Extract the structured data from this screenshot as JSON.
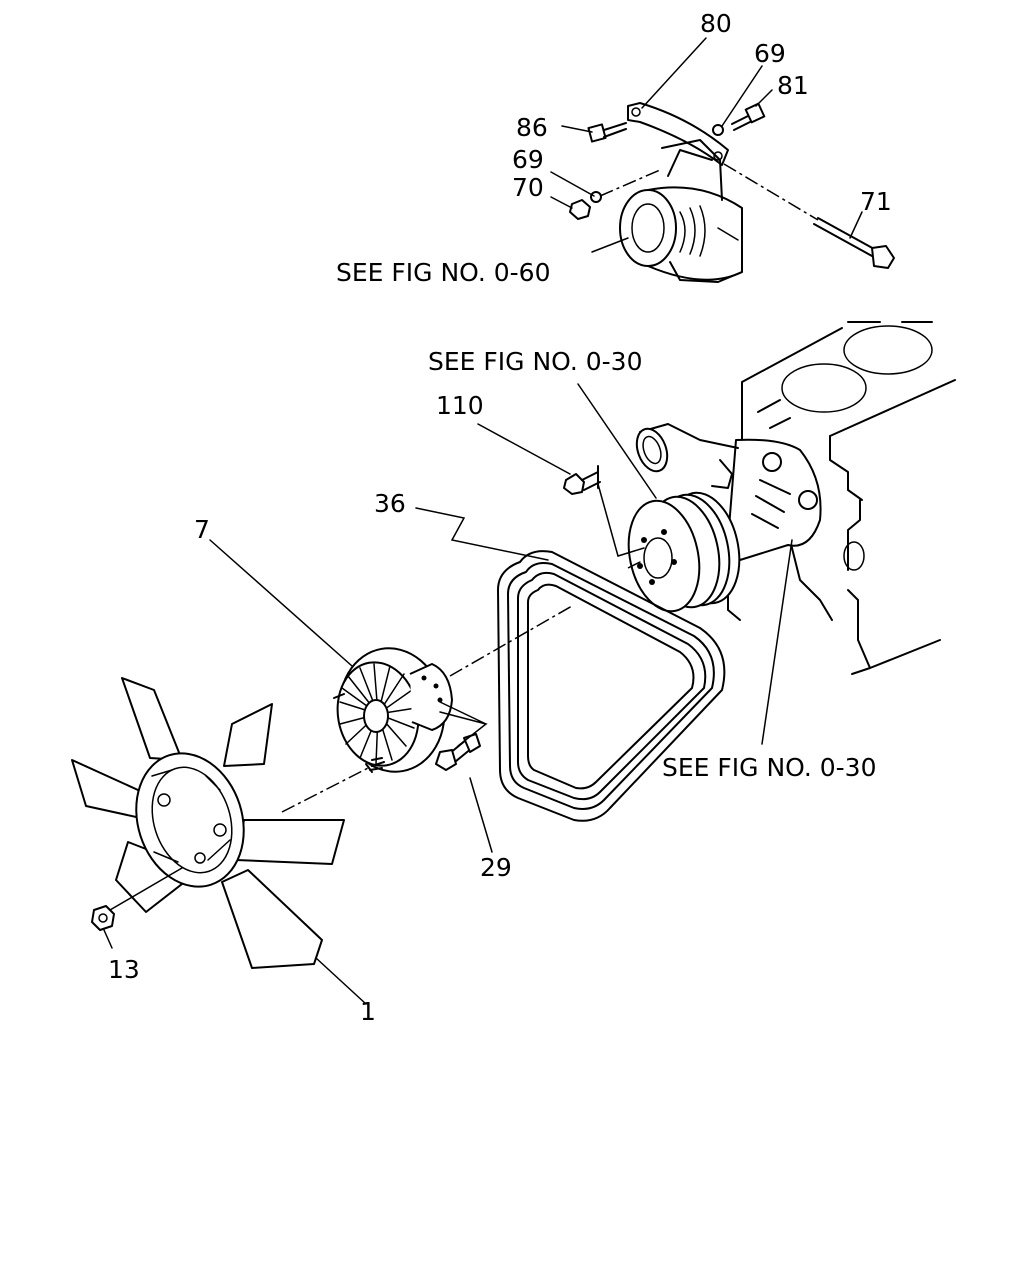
{
  "callouts": {
    "p80": "80",
    "p69a": "69",
    "p81": "81",
    "p86": "86",
    "p69b": "69",
    "p70": "70",
    "p71": "71",
    "p110": "110",
    "p36": "36",
    "p7": "7",
    "p29": "29",
    "p13": "13",
    "p1": "1"
  },
  "references": {
    "fig_0_60": "SEE FIG NO. 0-60",
    "fig_0_30_top": "SEE FIG NO. 0-30",
    "fig_0_30_right": "SEE FIG NO. 0-30"
  }
}
